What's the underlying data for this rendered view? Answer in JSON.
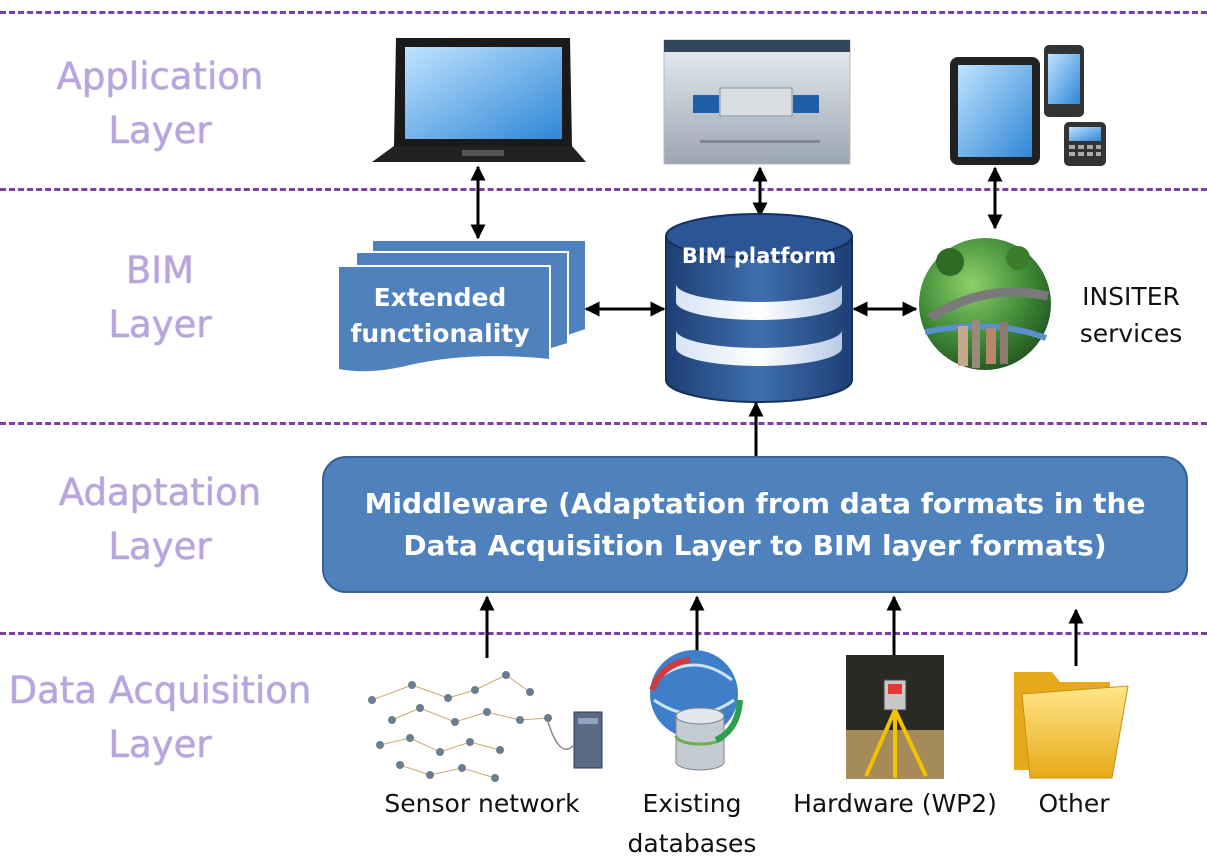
{
  "layers": {
    "application": [
      "Application",
      "Layer"
    ],
    "bim": [
      "BIM",
      "Layer"
    ],
    "adaptation": [
      "Adaptation",
      "Layer"
    ],
    "acquisition": [
      "Data Acquisition",
      "Layer"
    ]
  },
  "bim_nodes": {
    "extended": [
      "Extended",
      "functionality"
    ],
    "platform": "BIM platform",
    "insiter": [
      "INSITER",
      "services"
    ]
  },
  "middleware": [
    "Middleware (Adaptation from data formats in the",
    "Data Acquisition Layer to BIM layer formats)"
  ],
  "sources": {
    "sensor": "Sensor network",
    "databases": [
      "Existing",
      "databases"
    ],
    "hardware": "Hardware (WP2)",
    "other": "Other"
  },
  "colors": {
    "divider": "#7b3fa6",
    "layer_label": "#b9a5de",
    "box_blue": "#4f81bd"
  }
}
